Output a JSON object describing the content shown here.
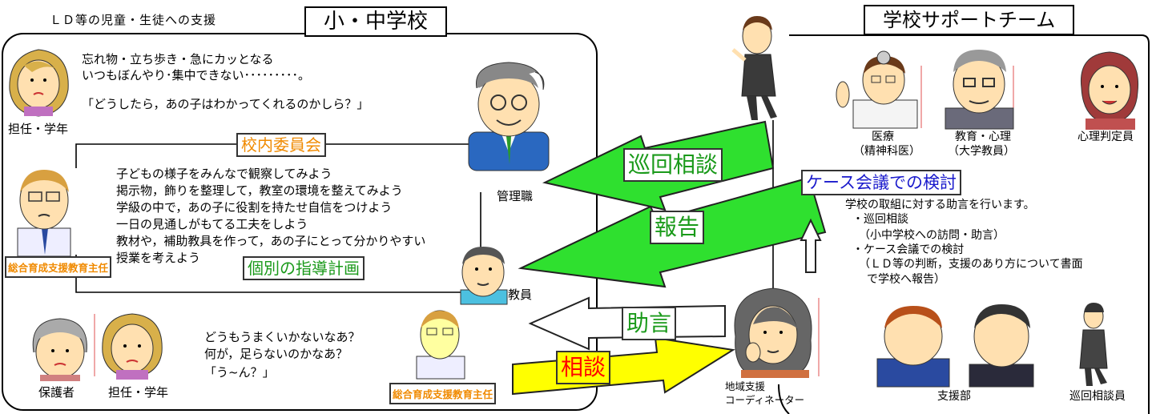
{
  "header": {
    "subtitle": "ＬＤ等の児童・生徒への支援",
    "school_title": "小・中学校",
    "team_title": "学校サポートチーム"
  },
  "school": {
    "teacher_speech": [
      "忘れ物・立ち歩き・急にカッとなる",
      "いつもぼんやり･集中できない･････････。",
      "「どうしたら，あの子はわかってくれるのかしら？」"
    ],
    "homeroom_label": "担任・学年",
    "committee_label": "校内委員会",
    "committee_ideas": [
      "子どもの様子をみんなで観察してみよう",
      "掲示物，飾りを整理して，教室の環境を整えてみよう",
      "学級の中で，あの子に役割を持たせ自信をつけよう",
      "一日の見通しがもてる工夫をしよう",
      "教材や，補助教具を作って，あの子にとって分かりやすい",
      "授業を考えよう"
    ],
    "coordinator_label": "総合育成支援教育主任",
    "plan_label": "個別の指導計画",
    "admin_label": "管理職",
    "teacher_label": "教員",
    "parent_speech": [
      "どうもうまくいかないなあ？",
      "何が，足らないのかなあ？",
      "「う~ん？」"
    ],
    "guardian_label": "保護者",
    "homeroom_label_2": "担任・学年",
    "coordinator_label_2": "総合育成支援教育主任"
  },
  "arrows": {
    "visit": "巡回相談",
    "report": "報告",
    "advice": "助言",
    "consult": "相談",
    "case_meeting": "ケース会議での検討"
  },
  "regional": {
    "label_line1": "地域支援",
    "label_line2": "コーディネーター"
  },
  "team": {
    "members": [
      {
        "role": "医療",
        "detail": "（精神科医）"
      },
      {
        "role": "教育・心理",
        "detail": "（大学教員）"
      },
      {
        "role": "心理判定員",
        "detail": ""
      }
    ],
    "description": [
      "学校の取組に対する助言を行います。",
      "・巡回相談",
      "（小中学校への訪問・助言）",
      "・ケース会議での検討",
      "（ＬＤ等の判断，支援のあり方について書面",
      "で学校へ報告）"
    ],
    "support_label": "支援部",
    "visitor_label": "巡回相談員"
  }
}
